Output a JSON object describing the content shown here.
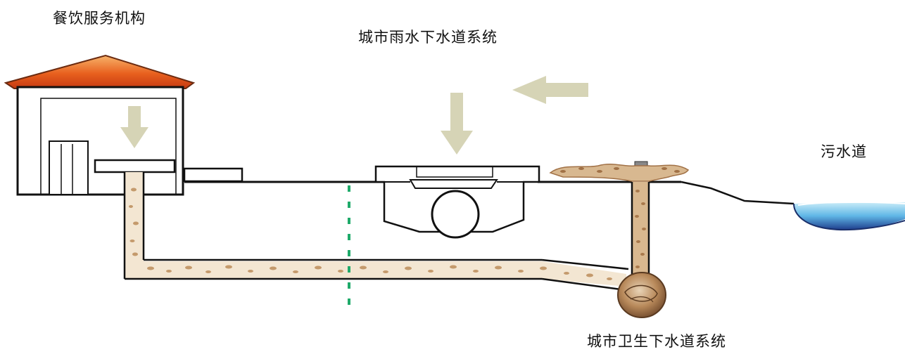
{
  "labels": {
    "restaurant": "餐饮服务机构",
    "storm_sewer": "城市雨水下水道系统",
    "sewer": "污水道",
    "sanitary_sewer": "城市卫生下水道系统"
  },
  "colors": {
    "roof": "#e85a1c",
    "arrow": "#d6d4b6",
    "grease": "#c49a6c",
    "divider": "#1faa6a",
    "water": "#5fb6e6"
  }
}
